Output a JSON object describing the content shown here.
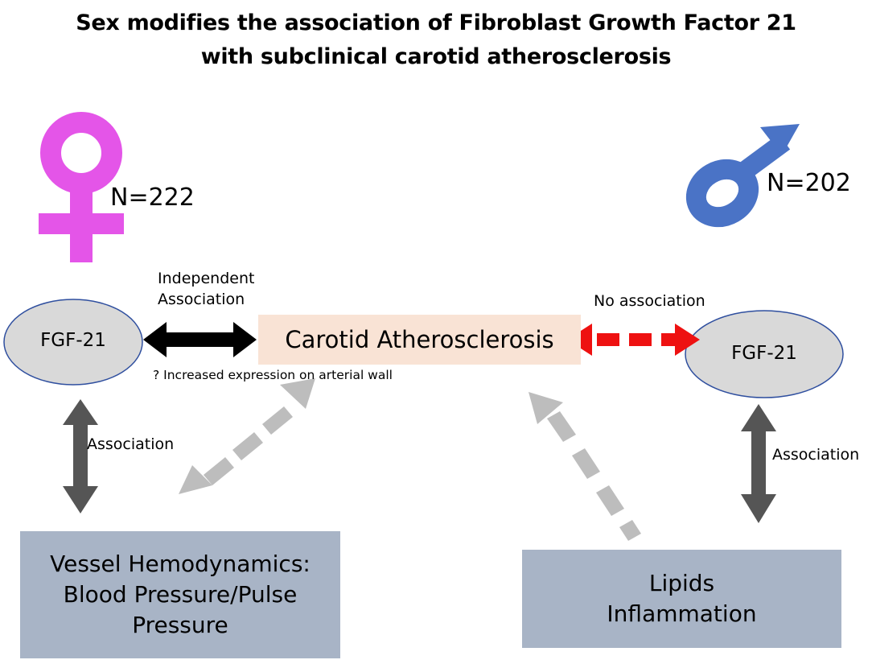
{
  "title": {
    "line1": "Sex modifies the association of Fibroblast Growth Factor 21",
    "line2": "with subclinical carotid atherosclerosis"
  },
  "female": {
    "symbol_icon": "female-symbol-icon",
    "color": "#e455e8",
    "n_label": "N=222"
  },
  "male": {
    "symbol_icon": "male-symbol-icon",
    "color": "#4a73c6",
    "n_label": "N=202"
  },
  "center": {
    "label": "Carotid Atherosclerosis",
    "color": "#f9e3d5"
  },
  "left_fgf": {
    "label": "FGF-21"
  },
  "right_fgf": {
    "label": "FGF-21"
  },
  "arrows": {
    "independent_line1": "Independent",
    "independent_line2": "Association",
    "no_association": "No association",
    "expression_note": "? Increased expression on arterial wall",
    "left_association": "Association",
    "right_association": "Association"
  },
  "boxes": {
    "left_line1": "Vessel Hemodynamics:",
    "left_line2": "Blood Pressure/Pulse",
    "left_line3": "Pressure",
    "right_line1": "Lipids",
    "right_line2": "Inflammation",
    "color": "#a8b4c6"
  },
  "colors": {
    "black_arrow": "#000000",
    "red_arrow": "#ee1111",
    "dark_arrow": "#555555",
    "light_arrow": "#bdbdbd",
    "ellipse_fill": "#d9d9d9",
    "ellipse_stroke": "#2f4f9f"
  }
}
